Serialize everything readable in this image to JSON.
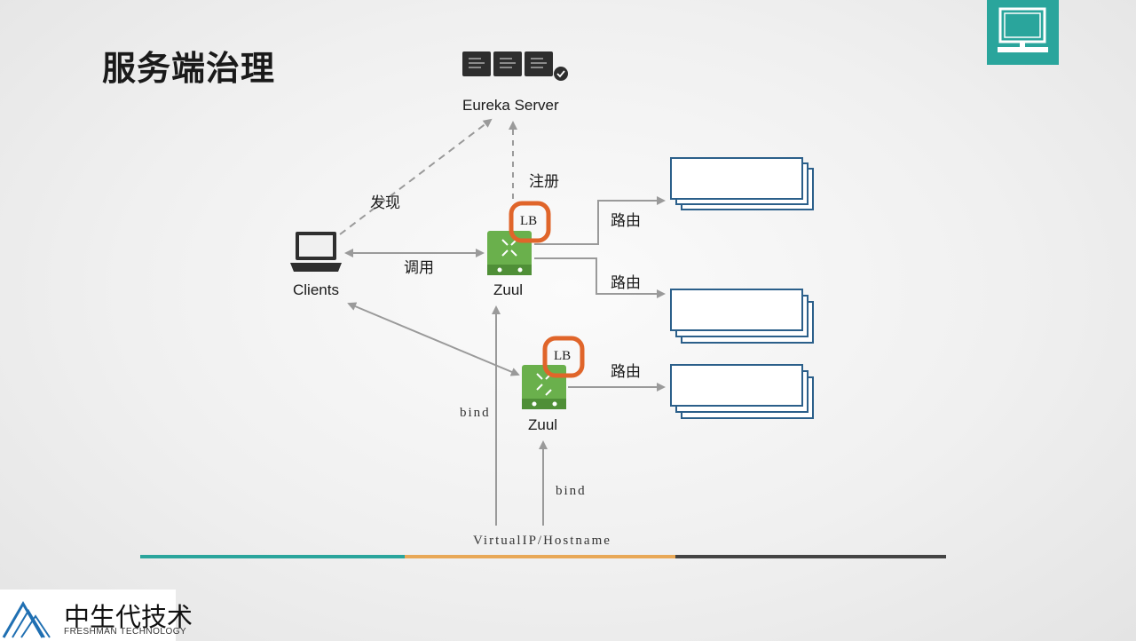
{
  "title": "服务端治理",
  "eureka": {
    "label": "Eureka Server"
  },
  "clients": {
    "label": "Clients"
  },
  "zuul_top": {
    "label": "Zuul",
    "lb": "LB"
  },
  "zuul_bottom": {
    "label": "Zuul",
    "lb": "LB"
  },
  "edges": {
    "discover": "发现",
    "register": "注册",
    "invoke": "调用",
    "route1": "路由",
    "route2": "路由",
    "route3": "路由",
    "bind1": "bind",
    "bind2": "bind"
  },
  "vip": "VirtualIP/Hostname",
  "logo": {
    "cn": "中生代技术",
    "en": "FRESHMAN TECHNOLOGY"
  },
  "colors": {
    "accent_teal": "#2aa59c",
    "zuul_green": "#6ab04c",
    "lb_orange": "#e0652a",
    "bar_orange": "#e8a857",
    "bar_dark": "#444444",
    "service_blue": "#2b5f8a"
  }
}
